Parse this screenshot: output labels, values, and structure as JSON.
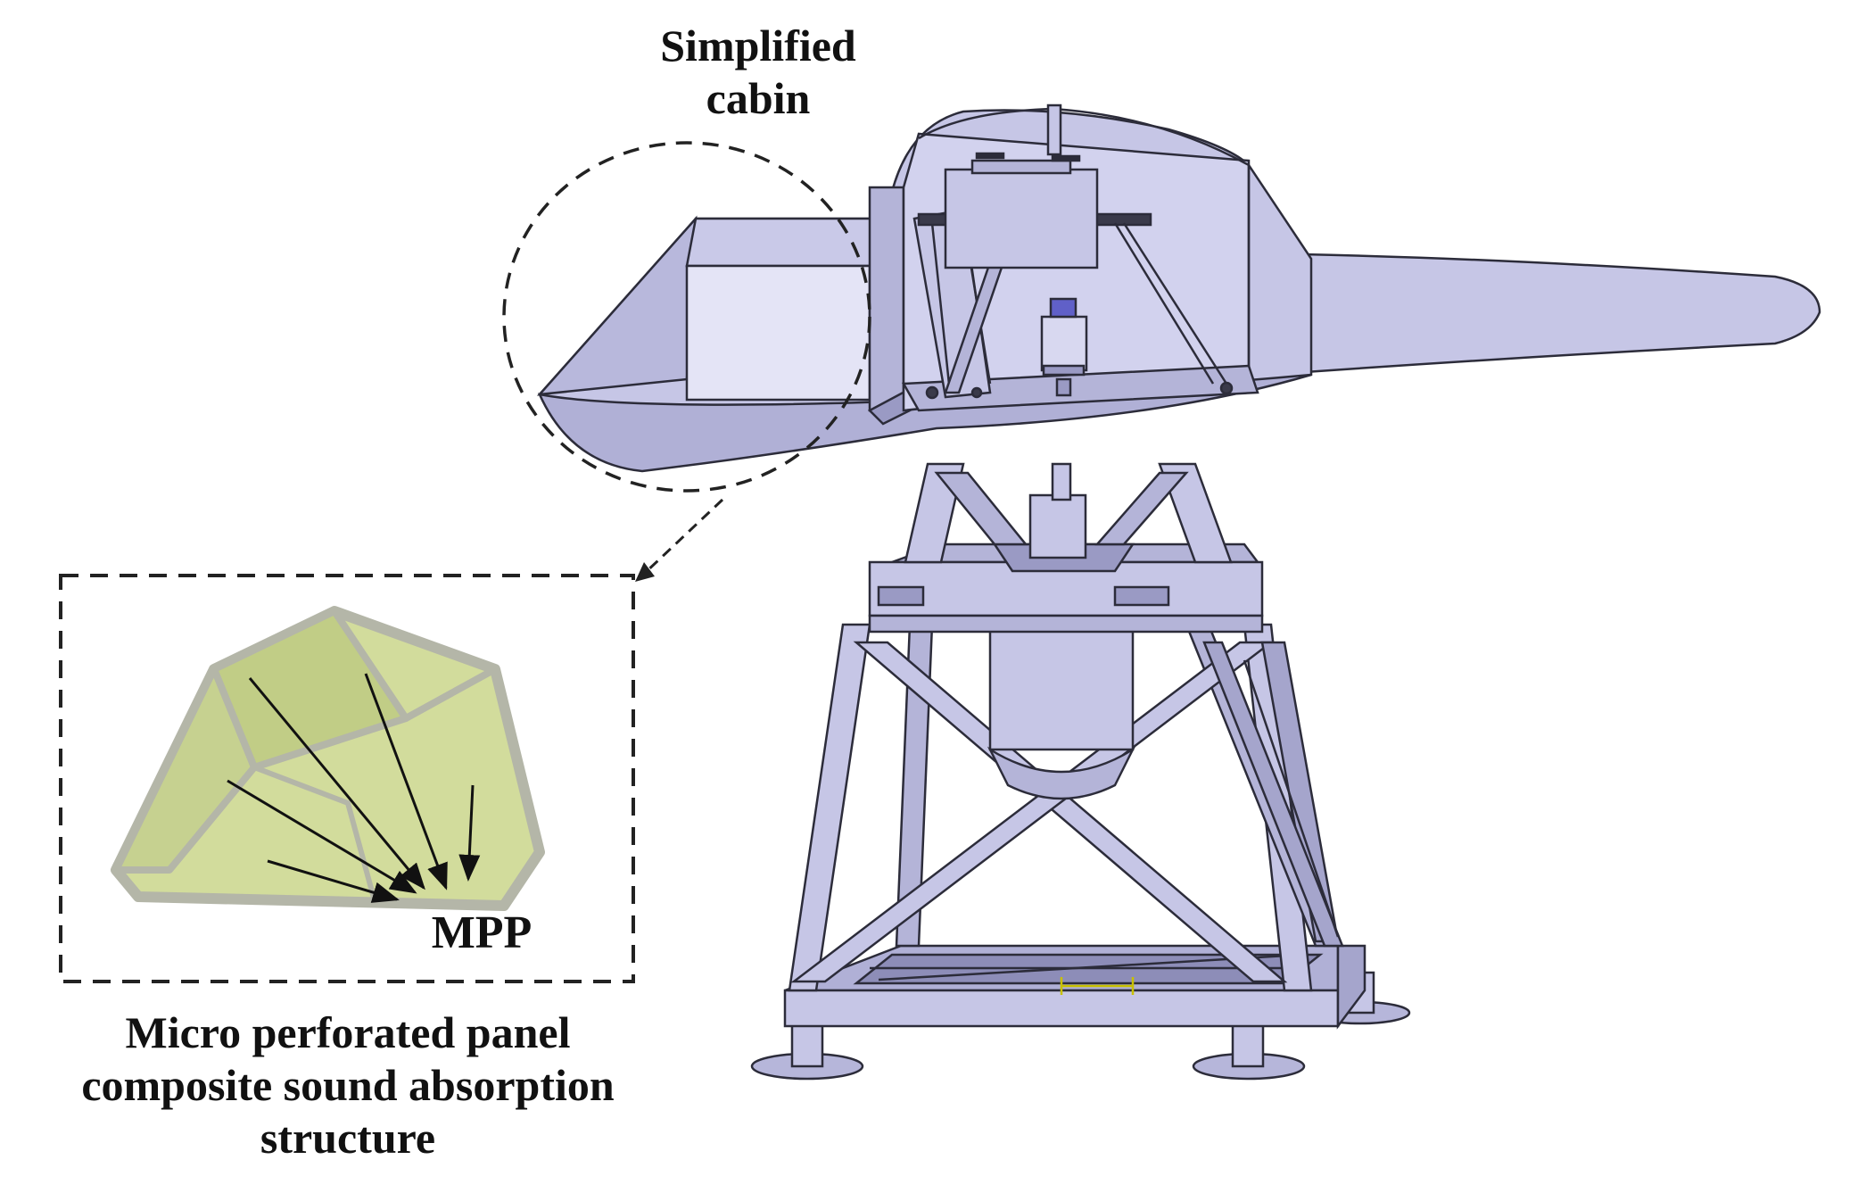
{
  "labels": {
    "cabin_line1": "Simplified",
    "cabin_line2": "cabin",
    "mpp": "MPP",
    "caption_line1": "Micro perforated panel",
    "caption_line2": "composite sound absorption",
    "caption_line3": "structure"
  },
  "colors": {
    "model_fill": "#c6c6e6",
    "model_shade": "#a5a5cc",
    "model_edge": "#2c2c3a",
    "panel_fill": "#d2dc9c",
    "panel_shade": "#c1cd86",
    "panel_edge": "#b4b6a8",
    "dash_line": "#222222"
  }
}
